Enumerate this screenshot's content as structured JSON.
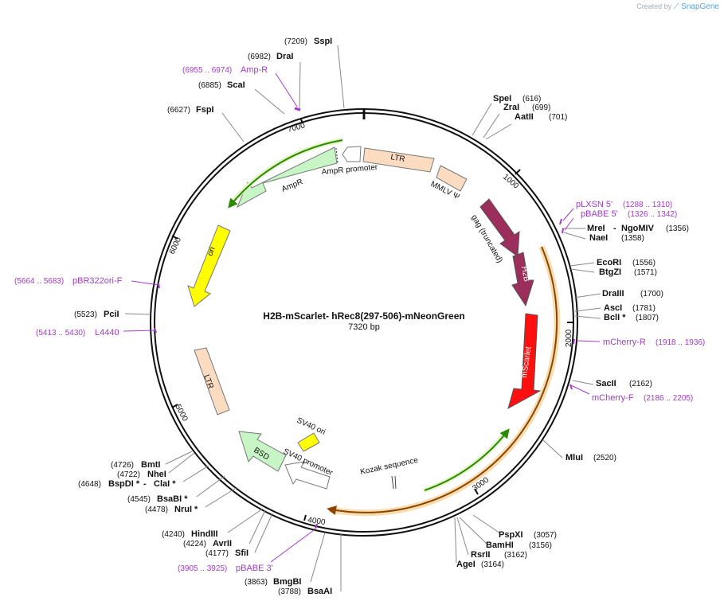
{
  "watermark": {
    "created_by": "Created by",
    "brand": "SnapGene"
  },
  "plasmid": {
    "name": "H2B-mScarlet- hRec8(297-506)-mNeonGreen",
    "length_label": "7320 bp"
  },
  "ruler": [
    "1000",
    "2000",
    "3000",
    "4000",
    "5000",
    "6000",
    "7000"
  ],
  "sites": [
    {
      "name": "SspI",
      "pos": "(7209)"
    },
    {
      "name": "DraI",
      "pos": "(6982)"
    },
    {
      "name": "ScaI",
      "pos": "(6885)"
    },
    {
      "name": "FspI",
      "pos": "(6627)"
    },
    {
      "name": "SpeI",
      "pos": "(616)"
    },
    {
      "name": "ZraI",
      "pos": "(699)"
    },
    {
      "name": "AatII",
      "pos": "(701)"
    },
    {
      "name": "MreI",
      "name2": "NgoMIV",
      "pos": "(1356)"
    },
    {
      "name": "NaeI",
      "pos": "(1358)"
    },
    {
      "name": "EcoRI",
      "pos": "(1556)"
    },
    {
      "name": "BtgZI",
      "pos": "(1571)"
    },
    {
      "name": "DraIII",
      "pos": "(1700)"
    },
    {
      "name": "AscI",
      "pos": "(1781)"
    },
    {
      "name": "BclI *",
      "pos": "(1807)"
    },
    {
      "name": "SacII",
      "pos": "(2162)"
    },
    {
      "name": "MluI",
      "pos": "(2520)"
    },
    {
      "name": "PspXI",
      "pos": "(3057)"
    },
    {
      "name": "BamHI",
      "pos": "(3156)"
    },
    {
      "name": "RsrII",
      "pos": "(3162)"
    },
    {
      "name": "AgeI",
      "pos": "(3164)"
    },
    {
      "name": "BsaAI",
      "pos": "(3788)"
    },
    {
      "name": "BmgBI",
      "pos": "(3863)"
    },
    {
      "name": "SfiI",
      "pos": "(4177)"
    },
    {
      "name": "AvrII",
      "pos": "(4224)"
    },
    {
      "name": "HindIII",
      "pos": "(4240)"
    },
    {
      "name": "NruI *",
      "pos": "(4478)"
    },
    {
      "name": "BsaBI *",
      "pos": "(4545)"
    },
    {
      "name": "BspDI *",
      "name2": "ClaI *",
      "pos": "(4648)"
    },
    {
      "name": "NheI",
      "pos": "(4722)"
    },
    {
      "name": "BmtI",
      "pos": "(4726)"
    },
    {
      "name": "PciI",
      "pos": "(5523)"
    }
  ],
  "primers": [
    {
      "name": "Amp-R",
      "range": "(6955 .. 6974)"
    },
    {
      "name": "pLXSN 5'",
      "range": "(1288 .. 1310)"
    },
    {
      "name": "pBABE 5'",
      "range": "(1326 .. 1342)"
    },
    {
      "name": "mCherry-R",
      "range": "(1918 .. 1936)"
    },
    {
      "name": "mCherry-F",
      "range": "(2186 .. 2205)"
    },
    {
      "name": "pBABE 3'",
      "range": "(3905 .. 3925)"
    },
    {
      "name": "pBR322ori-F",
      "range": "(5664 .. 5683)"
    },
    {
      "name": "L4440",
      "range": "(5413 .. 5430)"
    }
  ],
  "features": [
    {
      "name": "LTR",
      "color": "#fbdcc0"
    },
    {
      "name": "MMLV Ψ",
      "color": "#fbdcc0"
    },
    {
      "name": "gag (truncated)",
      "color": "#9b2e5b"
    },
    {
      "name": "H2B",
      "color": "#9b2e5b"
    },
    {
      "name": "mScarlet",
      "color": "#ff1010"
    },
    {
      "name": "Kozak sequence",
      "color": "#444444"
    },
    {
      "name": "SV40 promoter",
      "color": "#ffffff"
    },
    {
      "name": "SV40 ori",
      "color": "#ffff00"
    },
    {
      "name": "BSD",
      "color": "#c7f5c5"
    },
    {
      "name": "LTR",
      "color": "#fbdcc0"
    },
    {
      "name": "ori",
      "color": "#ffff00"
    },
    {
      "name": "AmpR",
      "color": "#c7f5c5"
    },
    {
      "name": "AmpR promoter",
      "color": "#ffffff"
    }
  ]
}
